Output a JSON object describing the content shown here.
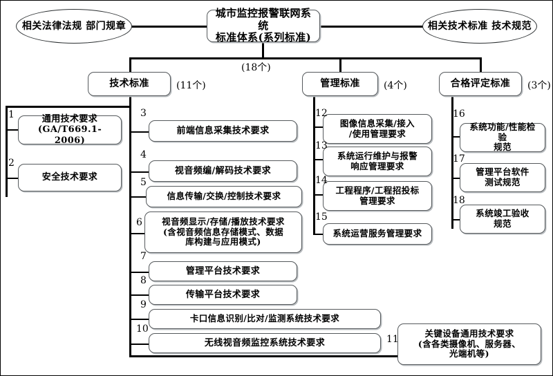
{
  "diagram": {
    "root": {
      "label": "城市监控报警联网系统\n标准体系(系列标准)",
      "line1": "城市监控报警联网系统",
      "line2": "标准体系(系列标准)",
      "count": "(18个)"
    },
    "side_nodes": [
      {
        "name": "legal-regulations",
        "line1": "相关法律法规",
        "line2": "部门规章"
      },
      {
        "name": "technical-specifications",
        "line1": "相关技术标准",
        "line2": "技术规范"
      }
    ],
    "categories": [
      {
        "name": "technical-standards",
        "label": "技术标准",
        "count": "(11个)"
      },
      {
        "name": "management-standards",
        "label": "管理标准",
        "count": "(4个)"
      },
      {
        "name": "conformity-standards",
        "label": "合格评定标准",
        "count": "(3个)"
      }
    ],
    "technical_items": [
      {
        "index": "1",
        "line1": "通用技术要求",
        "line2": "(GA/T669.1-2006)"
      },
      {
        "index": "2",
        "line1": "安全技术要求",
        "line2": ""
      },
      {
        "index": "3",
        "line1": "前端信息采集技术要求",
        "line2": ""
      },
      {
        "index": "4",
        "line1": "视音频编/解码技术要求",
        "line2": ""
      },
      {
        "index": "5",
        "line1": "信息传输/交换/控制技术要求",
        "line2": ""
      },
      {
        "index": "6",
        "line1": "视音频显示/存储/播放技术要求",
        "line2": "(含视音频信息存储模式、数据",
        "line3": "库构建与应用模式)"
      },
      {
        "index": "7",
        "line1": "管理平台技术要求",
        "line2": ""
      },
      {
        "index": "8",
        "line1": "传输平台技术要求",
        "line2": ""
      },
      {
        "index": "9",
        "line1": "卡口信息识别/比对/监测系统技术要求",
        "line2": ""
      },
      {
        "index": "10",
        "line1": "无线视音频监控系统技术要求",
        "line2": ""
      },
      {
        "index": "11",
        "line1": "关键设备通用技术要求",
        "line2": "(含各类摄像机、服务器、",
        "line3": "光端机等)"
      }
    ],
    "management_items": [
      {
        "index": "12",
        "line1": "图像信息采集/接入",
        "line2": "/使用管理要求"
      },
      {
        "index": "13",
        "line1": "系统运行维护与报警",
        "line2": "响应管理要求"
      },
      {
        "index": "14",
        "line1": "工程程序/工程招投标",
        "line2": "管理要求"
      },
      {
        "index": "15",
        "line1": "系统运营服务管理要求",
        "line2": ""
      }
    ],
    "conformity_items": [
      {
        "index": "16",
        "line1": "系统功能/性能检验",
        "line2": "规范"
      },
      {
        "index": "17",
        "line1": "管理平台软件",
        "line2": "测试规范"
      },
      {
        "index": "18",
        "line1": "系统竣工验收",
        "line2": "规范"
      }
    ],
    "colors": {
      "line": "#000000",
      "box_border": "#55595c",
      "box_fill": "#ffffff",
      "box_shadow": "#b9bdc0",
      "text": "#000000"
    }
  }
}
